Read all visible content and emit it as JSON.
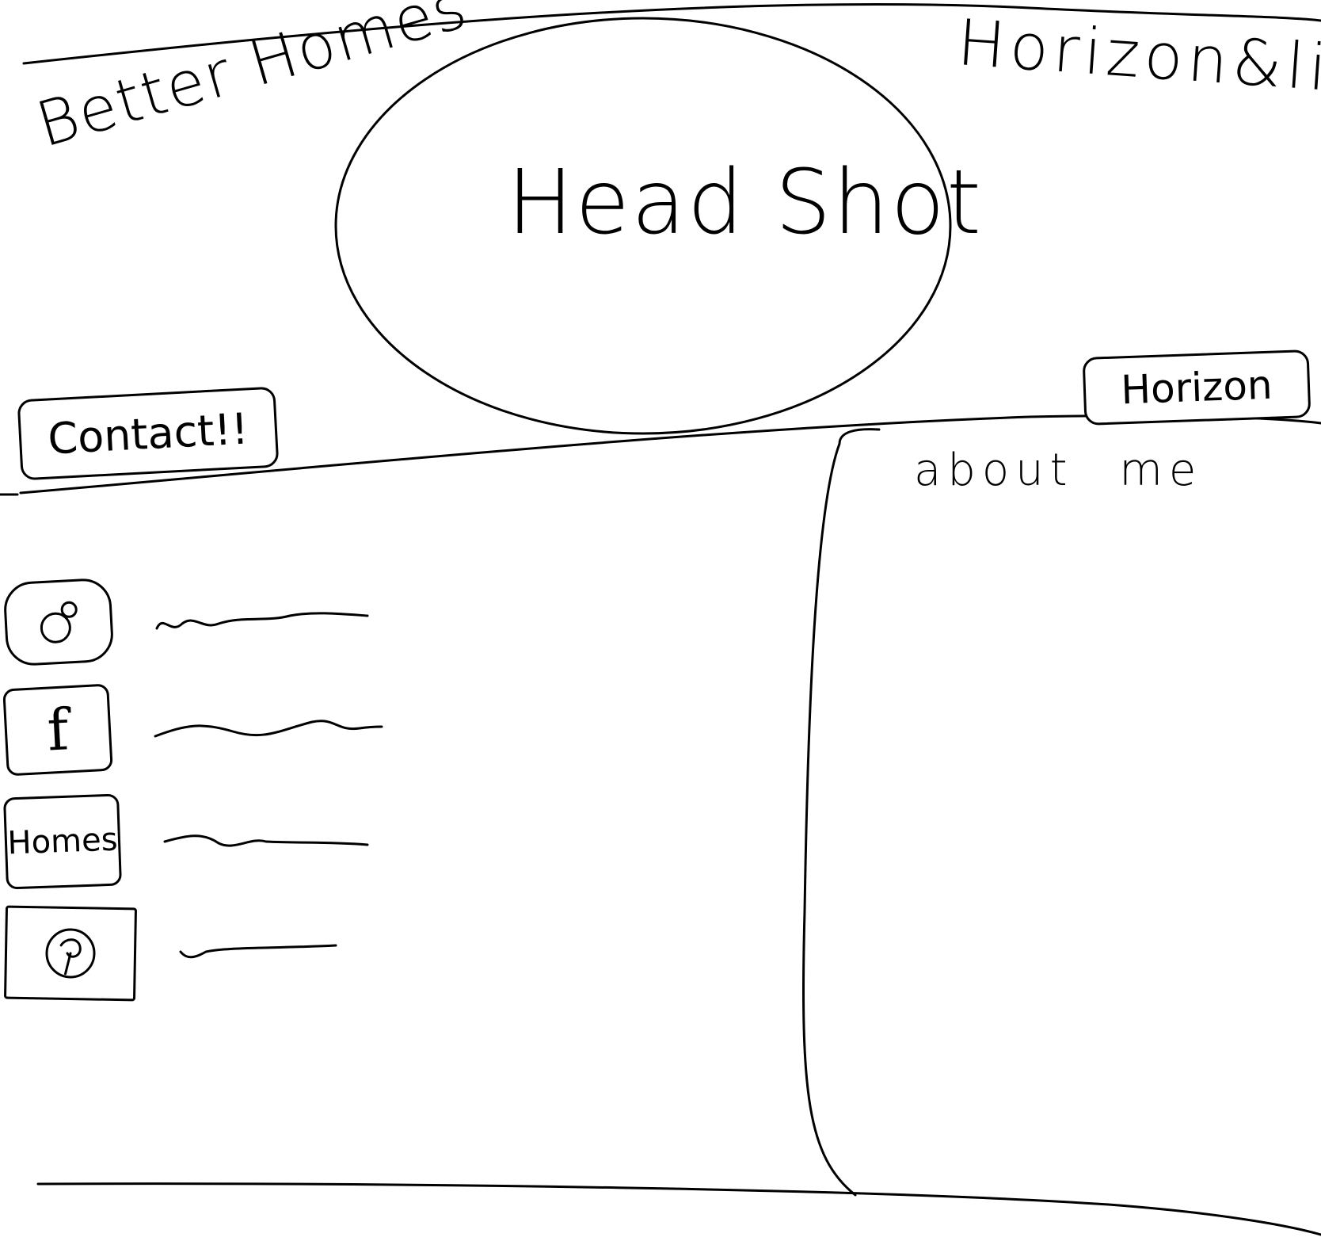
{
  "header": {
    "brand_left": "Better Homes",
    "brand_right": "Horizon&lib",
    "headshot_label": "Head Shot",
    "contact_button": "Contact!!",
    "horizon_button": "Horizon"
  },
  "about": {
    "heading": "about me"
  },
  "social": {
    "items": [
      {
        "icon": "instagram-icon"
      },
      {
        "icon": "facebook-icon"
      },
      {
        "label": "Homes"
      },
      {
        "icon": "pinterest-icon"
      }
    ]
  },
  "colors": {
    "ink": "#000000",
    "paper": "#ffffff"
  }
}
